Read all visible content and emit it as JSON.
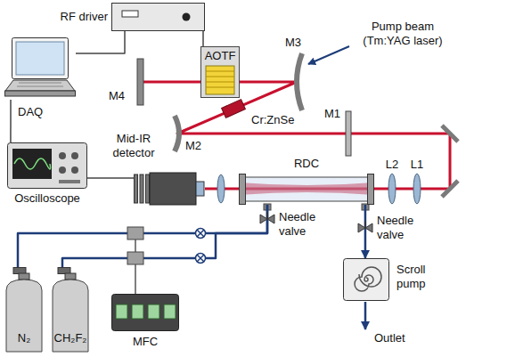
{
  "diagram": {
    "nodes": [
      {
        "text": [
          "RF driver"
        ]
      },
      {
        "text": [
          "AOTF"
        ]
      },
      {
        "text": [
          "Cr:ZnSe"
        ]
      },
      {
        "text": [
          "DAQ"
        ]
      },
      {
        "text": [
          "Oscilloscope"
        ]
      },
      {
        "text": [
          "Mid-IR detector"
        ]
      },
      {
        "text": [
          "RDC"
        ]
      },
      {
        "text": [
          "N₂"
        ]
      },
      {
        "text": [
          "CH₂F₂"
        ]
      },
      {
        "text": [
          "MFC"
        ]
      },
      {
        "text": [
          "Scroll pump"
        ]
      }
    ],
    "edges": [
      {
        "from": 0,
        "to": 1,
        "arrow": "none"
      },
      {
        "from": 3,
        "to": 0,
        "arrow": "none"
      },
      {
        "from": 3,
        "to": 4,
        "arrow": "none"
      },
      {
        "from": 4,
        "to": 5,
        "arrow": "none"
      },
      {
        "from": 7,
        "to": 6,
        "arrow": "none"
      },
      {
        "from": 8,
        "to": 6,
        "arrow": "none"
      },
      {
        "from": 6,
        "to": 10,
        "arrow": "to"
      }
    ],
    "labels": [
      "M4",
      "M3",
      "Pump beam (Tm:YAG laser)",
      "M2",
      "M1",
      "L2",
      "L1",
      "Needle valve",
      "Needle valve",
      "Outlet"
    ]
  }
}
